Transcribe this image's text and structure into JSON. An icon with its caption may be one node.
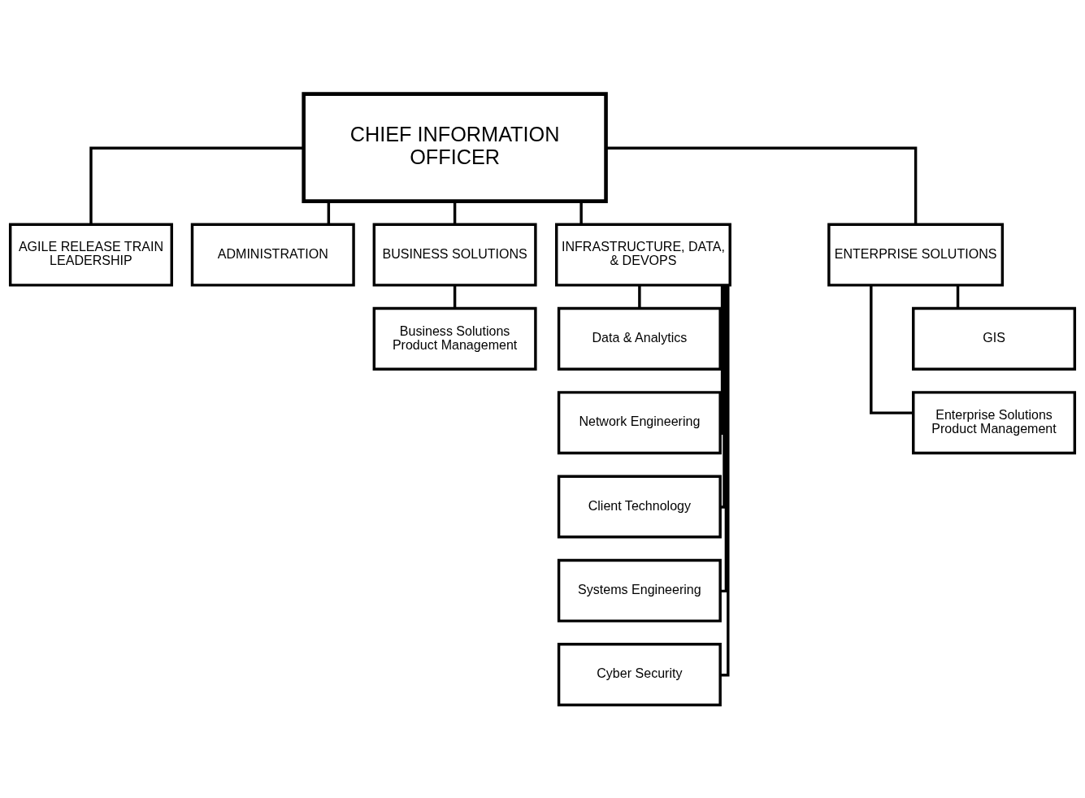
{
  "diagram": {
    "nodes": [
      {
        "text": [
          "CHIEF INFORMATION OFFICER"
        ]
      },
      {
        "text": [
          "AGILE RELEASE TRAIN LEADERSHIP"
        ]
      },
      {
        "text": [
          "ADMINISTRATION"
        ]
      },
      {
        "text": [
          "BUSINESS SOLUTIONS"
        ]
      },
      {
        "text": [
          "INFRASTRUCTURE, DATA, & DEVOPS"
        ]
      },
      {
        "text": [
          "ENTERPRISE SOLUTIONS"
        ]
      },
      {
        "text": [
          "Business Solutions Product Management"
        ]
      },
      {
        "text": [
          "Data & Analytics"
        ]
      },
      {
        "text": [
          "Network Engineering"
        ]
      },
      {
        "text": [
          "Client Technology"
        ]
      },
      {
        "text": [
          "Systems Engineering"
        ]
      },
      {
        "text": [
          "Cyber Security"
        ]
      },
      {
        "text": [
          "GIS"
        ]
      },
      {
        "text": [
          "Enterprise Solutions Product Management"
        ]
      }
    ],
    "edges": [
      {
        "from": 0,
        "to": 1,
        "arrow": "none"
      },
      {
        "from": 0,
        "to": 2,
        "arrow": "none"
      },
      {
        "from": 0,
        "to": 3,
        "arrow": "none"
      },
      {
        "from": 0,
        "to": 4,
        "arrow": "none"
      },
      {
        "from": 0,
        "to": 5,
        "arrow": "none"
      },
      {
        "from": 3,
        "to": 6,
        "arrow": "none"
      },
      {
        "from": 4,
        "to": 7,
        "arrow": "none"
      },
      {
        "from": 4,
        "to": 8,
        "arrow": "none"
      },
      {
        "from": 4,
        "to": 9,
        "arrow": "none"
      },
      {
        "from": 4,
        "to": 10,
        "arrow": "none"
      },
      {
        "from": 4,
        "to": 11,
        "arrow": "none"
      },
      {
        "from": 5,
        "to": 12,
        "arrow": "none"
      },
      {
        "from": 5,
        "to": 13,
        "arrow": "none"
      }
    ]
  }
}
